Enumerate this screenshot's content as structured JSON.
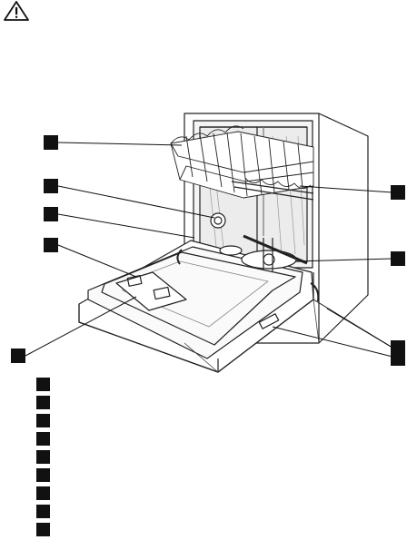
{
  "page": {
    "warning_icon": "warning-triangle-icon",
    "figure": "dishwasher-cutaway-illustration",
    "callout_markers": 8,
    "legend_markers": 9,
    "colors": {
      "ink": "#111111",
      "paper": "#ffffff"
    }
  }
}
